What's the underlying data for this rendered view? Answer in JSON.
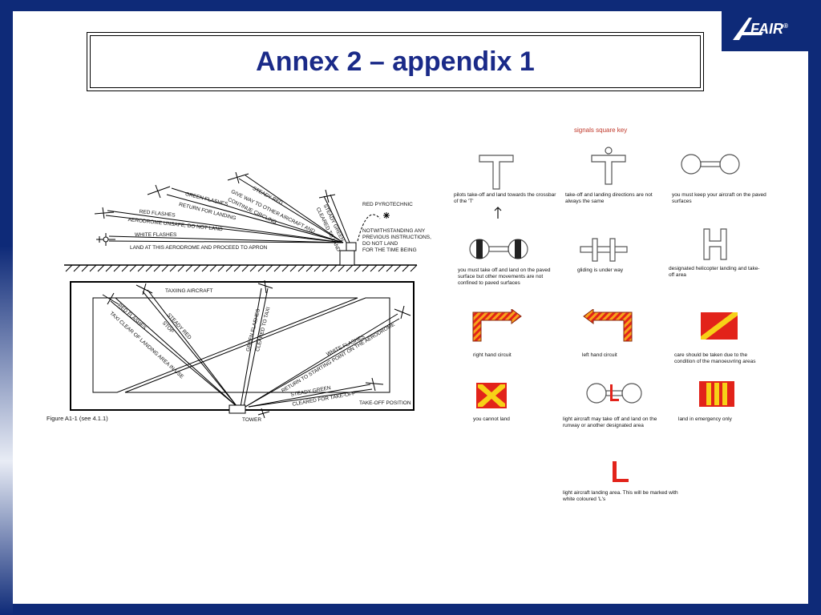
{
  "title": "Annex 2 – appendix 1",
  "logo": {
    "text": "FAIR",
    "reg": "®"
  },
  "left_figure": {
    "caption": "Figure A1-1 (see 4.1.1)",
    "upper": {
      "labels": {
        "steady_red": "STEADY RED",
        "give_way": "GIVE WAY TO OTHER AIRCRAFT AND",
        "continue_circling": "CONTINUE CIRCLING",
        "green_flashes": "GREEN FLASHES",
        "return_for_landing": "RETURN FOR LANDING",
        "red_flashes": "RED FLASHES",
        "aerodrome_unsafe": "AERODROME UNSAFE, DO NOT LAND",
        "white_flashes": "WHITE FLASHES",
        "land_here": "LAND AT THIS AERODROME AND PROCEED TO APRON",
        "steady_green": "STEADY GREEN",
        "cleared_to_land": "CLEARED TO LAND",
        "red_pyrotechnic": "RED PYROTECHNIC",
        "notwithstanding_1": "NOTWITHSTANDING ANY",
        "notwithstanding_2": "PREVIOUS INSTRUCTIONS,",
        "notwithstanding_3": "DO NOT LAND",
        "notwithstanding_4": "FOR THE TIME BEING"
      }
    },
    "lower": {
      "labels": {
        "taxiing_aircraft": "TAXIING AIRCRAFT",
        "red_flashes": "RED FLASHES",
        "taxi_clear": "TAXI CLEAR OF LANDING AREA IN USE",
        "steady_red": "STEADY RED",
        "stop": "STOP",
        "green_flashes": "GREEN FLASHES",
        "cleared_to_taxi": "CLEARED TO TAXI",
        "white_flashes": "WHITE FLASHES",
        "return_start": "RETURN TO STARTING POINT ON THE AERODROME",
        "steady_green": "STEADY GREEN",
        "cleared_takeoff": "CLEARED FOR TAKE-OFF",
        "takeoff_position": "TAKE-OFF POSITION",
        "tower": "TOWER"
      }
    }
  },
  "key": {
    "title": "signals square key",
    "items": [
      {
        "id": "t",
        "text": "pilots take-off and land towards the crossbar  of the 'T'"
      },
      {
        "id": "t-circle",
        "text": "take-off and landing directions are not always the same"
      },
      {
        "id": "dumbbell",
        "text": "you must keep your aircraft on the paved surfaces"
      },
      {
        "id": "dumbbell-bars",
        "text": "you must take off and land on the paved surface but other movements are not confined to paved surfaces"
      },
      {
        "id": "double-cross",
        "text": "gliding is under way"
      },
      {
        "id": "h",
        "text": "designated helicopter landing and take-off area"
      },
      {
        "id": "right-arrow",
        "text": "right hand circuit"
      },
      {
        "id": "left-arrow",
        "text": "left hand circuit"
      },
      {
        "id": "diagonal",
        "text": "care should be taken due to the condition of the manoeuvring areas"
      },
      {
        "id": "x",
        "text": "you cannot land"
      },
      {
        "id": "dumbbell-l",
        "text": "light aircraft may take off and land on the runway or another designated area"
      },
      {
        "id": "bars",
        "text": "land in emergency only"
      },
      {
        "id": "l",
        "text": "light aircraft landing area. This will be marked with white coloured 'L's"
      }
    ]
  },
  "colors": {
    "frame": "#0e2a78",
    "title": "#1a2a88",
    "signal_red": "#e2231a",
    "signal_yellow": "#f7d117",
    "key_title": "#c0392b"
  }
}
